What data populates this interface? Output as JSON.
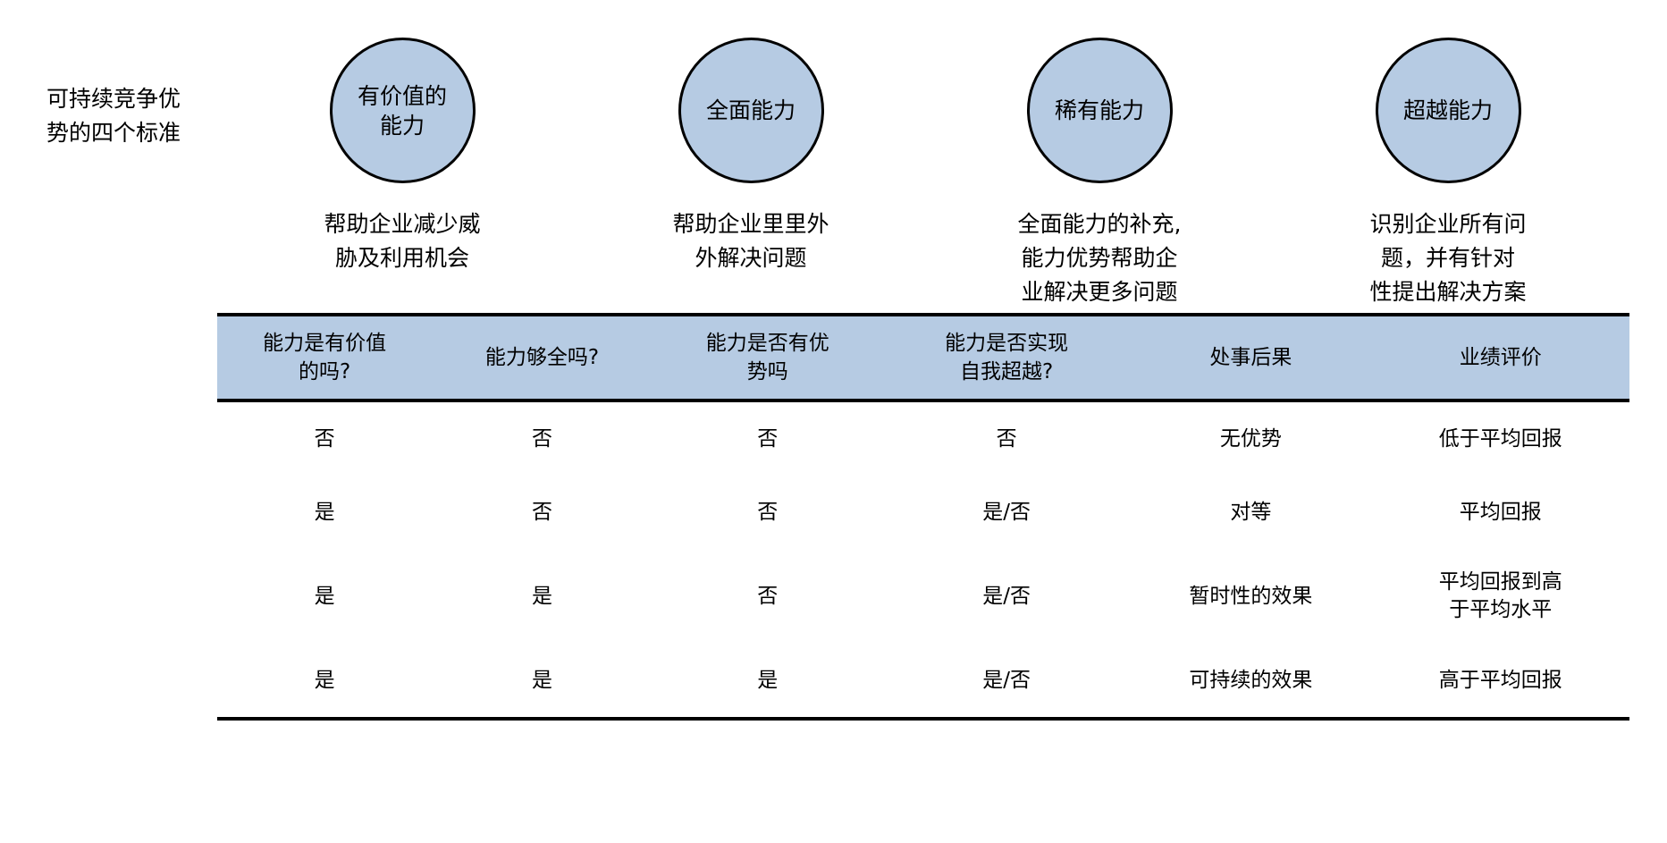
{
  "left_caption": "可持续竞争优\n势的四个标准",
  "colors": {
    "circle_fill": "#b6cbe3",
    "header_fill": "#b6cbe3",
    "outline": "#000000",
    "background": "#ffffff"
  },
  "criteria": [
    {
      "circle_label": "有价值的\n能力",
      "description": "帮助企业减少威\n胁及利用机会"
    },
    {
      "circle_label": "全面能力",
      "description": "帮助企业里里外\n外解决问题"
    },
    {
      "circle_label": "稀有能力",
      "description": "全面能力的补充,\n能力优势帮助企\n业解决更多问题"
    },
    {
      "circle_label": "超越能力",
      "description": "识别企业所有问\n题，并有针对\n性提出解决方案"
    }
  ],
  "table": {
    "headers": [
      "能力是有价值\n的吗?",
      "能力够全吗?",
      "能力是否有优\n势吗",
      "能力是否实现\n自我超越?",
      "处事后果",
      "业绩评价"
    ],
    "rows": [
      [
        "否",
        "否",
        "否",
        "否",
        "无优势",
        "低于平均回报"
      ],
      [
        "是",
        "否",
        "否",
        "是/否",
        "对等",
        "平均回报"
      ],
      [
        "是",
        "是",
        "否",
        "是/否",
        "暂时性的效果",
        "平均回报到高\n于平均水平"
      ],
      [
        "是",
        "是",
        "是",
        "是/否",
        "可持续的效果",
        "高于平均回报"
      ]
    ]
  }
}
